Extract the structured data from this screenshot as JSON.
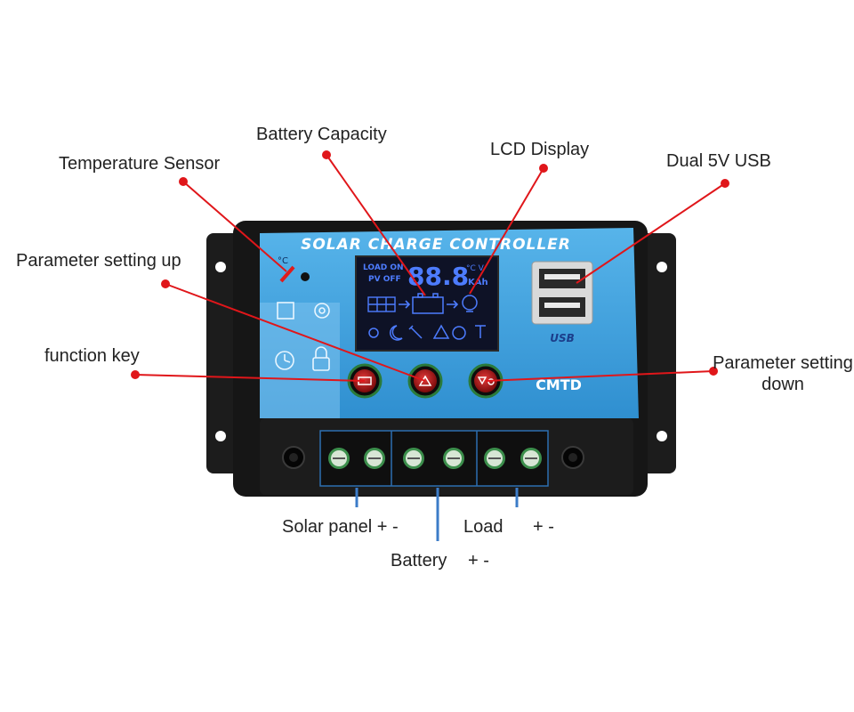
{
  "callouts": {
    "battery_capacity": "Battery Capacity",
    "lcd_display": "LCD Display",
    "temperature_sensor": "Temperature Sensor",
    "dual_usb": "Dual 5V USB",
    "parameter_up": "Parameter setting up",
    "function_key": "function key",
    "parameter_down": "Parameter setting down",
    "solar_panel": "Solar panel + -",
    "load": "Load",
    "load_sign": "+ -",
    "battery": "Battery",
    "battery_sign": "+ -"
  },
  "device": {
    "title": "SOLAR CHARGE CONTROLLER",
    "brand": "CMTD",
    "usb_logo": "USB",
    "lcd": {
      "load_on": "LOAD ON",
      "pv_off": "PV OFF",
      "digits": "88.8",
      "unit_temp": "°C V",
      "unit_kah": "KAh"
    }
  },
  "colors": {
    "panel_blue": "#3ea3e0",
    "panel_light": "#9fd4f3",
    "lcd_bg": "#0e1226",
    "lcd_glyph": "#4d7cff",
    "case_black": "#1a1a1a",
    "callout_red": "#e0161a",
    "terminal_green": "#3c8f4c"
  },
  "icons": [
    "sun-icon",
    "moon-icon",
    "wrench-icon",
    "warning-icon",
    "clock-icon",
    "lamp-icon",
    "solar-panel-icon",
    "battery-icon",
    "bulb-icon"
  ]
}
